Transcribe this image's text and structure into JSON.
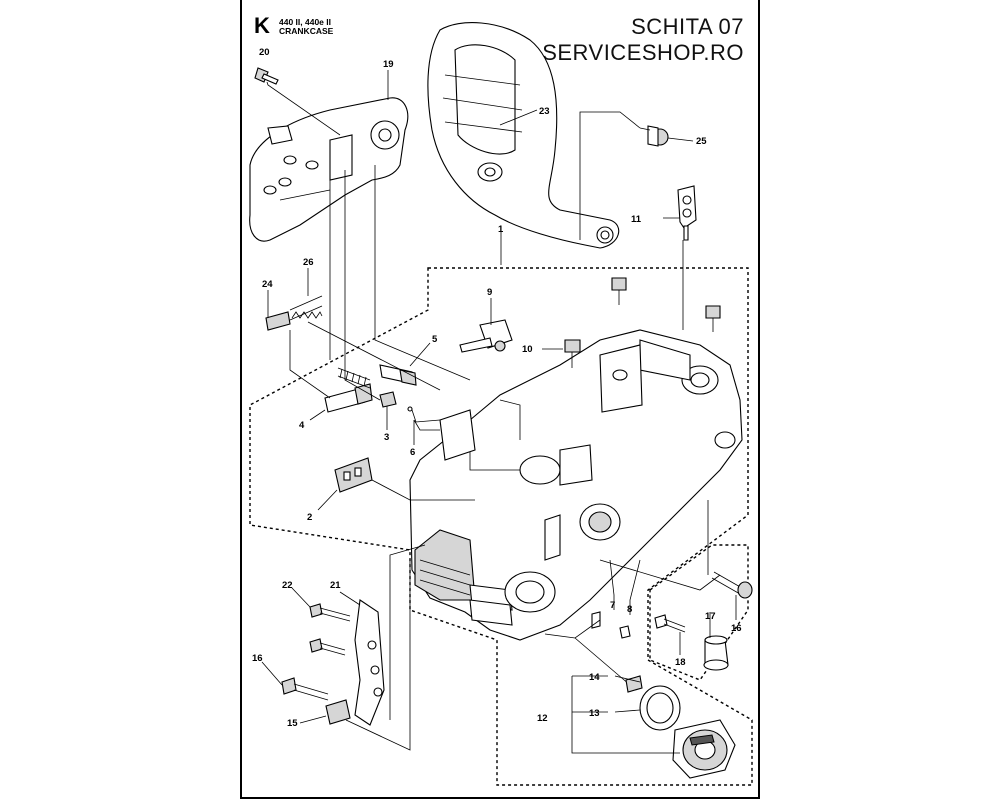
{
  "header": {
    "section_letter": "K",
    "model_line_1": "440 II, 440e II",
    "model_line_2": "CRANKCASE",
    "sheet_title": "SCHITA 07",
    "shop_name": "SERVICESHOP.RO"
  },
  "callouts": {
    "c1": "1",
    "c2": "2",
    "c3": "3",
    "c4": "4",
    "c5": "5",
    "c6": "6",
    "c7": "7",
    "c8": "8",
    "c9": "9",
    "c10": "10",
    "c11": "11",
    "c12": "12",
    "c13": "13",
    "c14": "14",
    "c15": "15",
    "c16a": "16",
    "c16b": "16",
    "c17": "17",
    "c18": "18",
    "c19": "19",
    "c20": "20",
    "c21": "21",
    "c22": "22",
    "c23": "23",
    "c24": "24",
    "c25": "25",
    "c26": "26"
  }
}
